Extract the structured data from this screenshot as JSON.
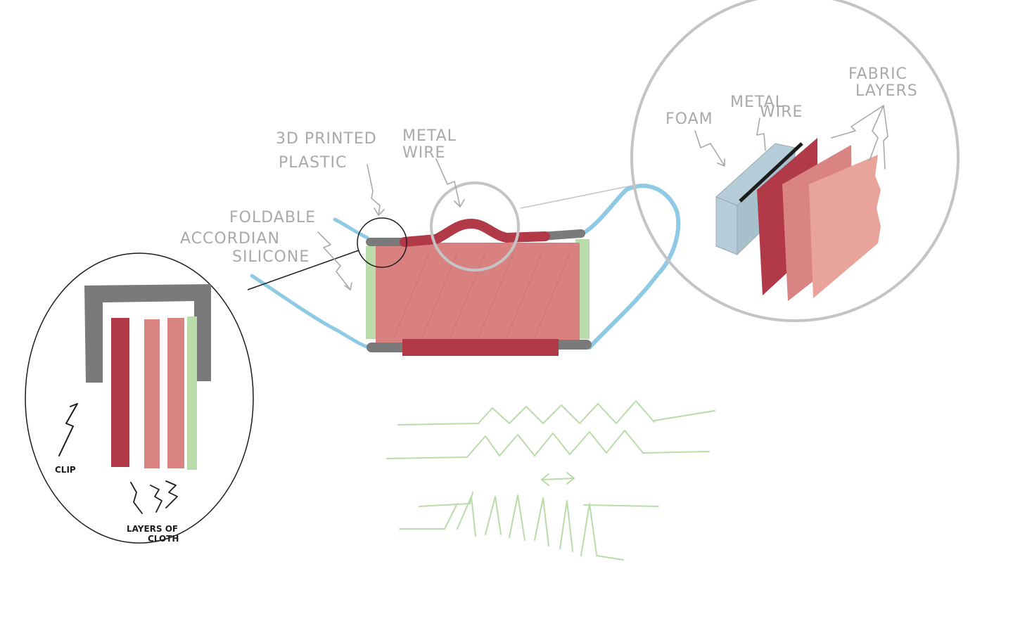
{
  "labels": {
    "printed_plastic_1": "3D PRINTED",
    "printed_plastic_2": "PLASTIC",
    "metal_wire_1": "METAL",
    "metal_wire_2": "WIRE",
    "foldable_1": "FOLDABLE",
    "foldable_2": "ACCORDIAN",
    "foldable_3": "SILICONE",
    "foam": "FOAM",
    "zoom_metal_1": "METAL",
    "zoom_metal_2": "WIRE",
    "fabric_1": "FABRIC",
    "fabric_2": "LAYERS",
    "clip": "CLIP",
    "cloth_1": "LAYERS OF",
    "cloth_2": "CLOTH"
  },
  "colors": {
    "fabric_main": "#d98080",
    "fabric_dark": "#b23a48",
    "fabric_light": "#e8a49b",
    "fabric_mid": "#d98383",
    "plastic_grey": "#7a7a7a",
    "silicone_green": "#b9dcaa",
    "strap_blue": "#8ec9e6",
    "foam_blue": "#b5cdd8",
    "annotation_grey": "#a9a9a9",
    "ink_dark": "#1c1c1c"
  }
}
